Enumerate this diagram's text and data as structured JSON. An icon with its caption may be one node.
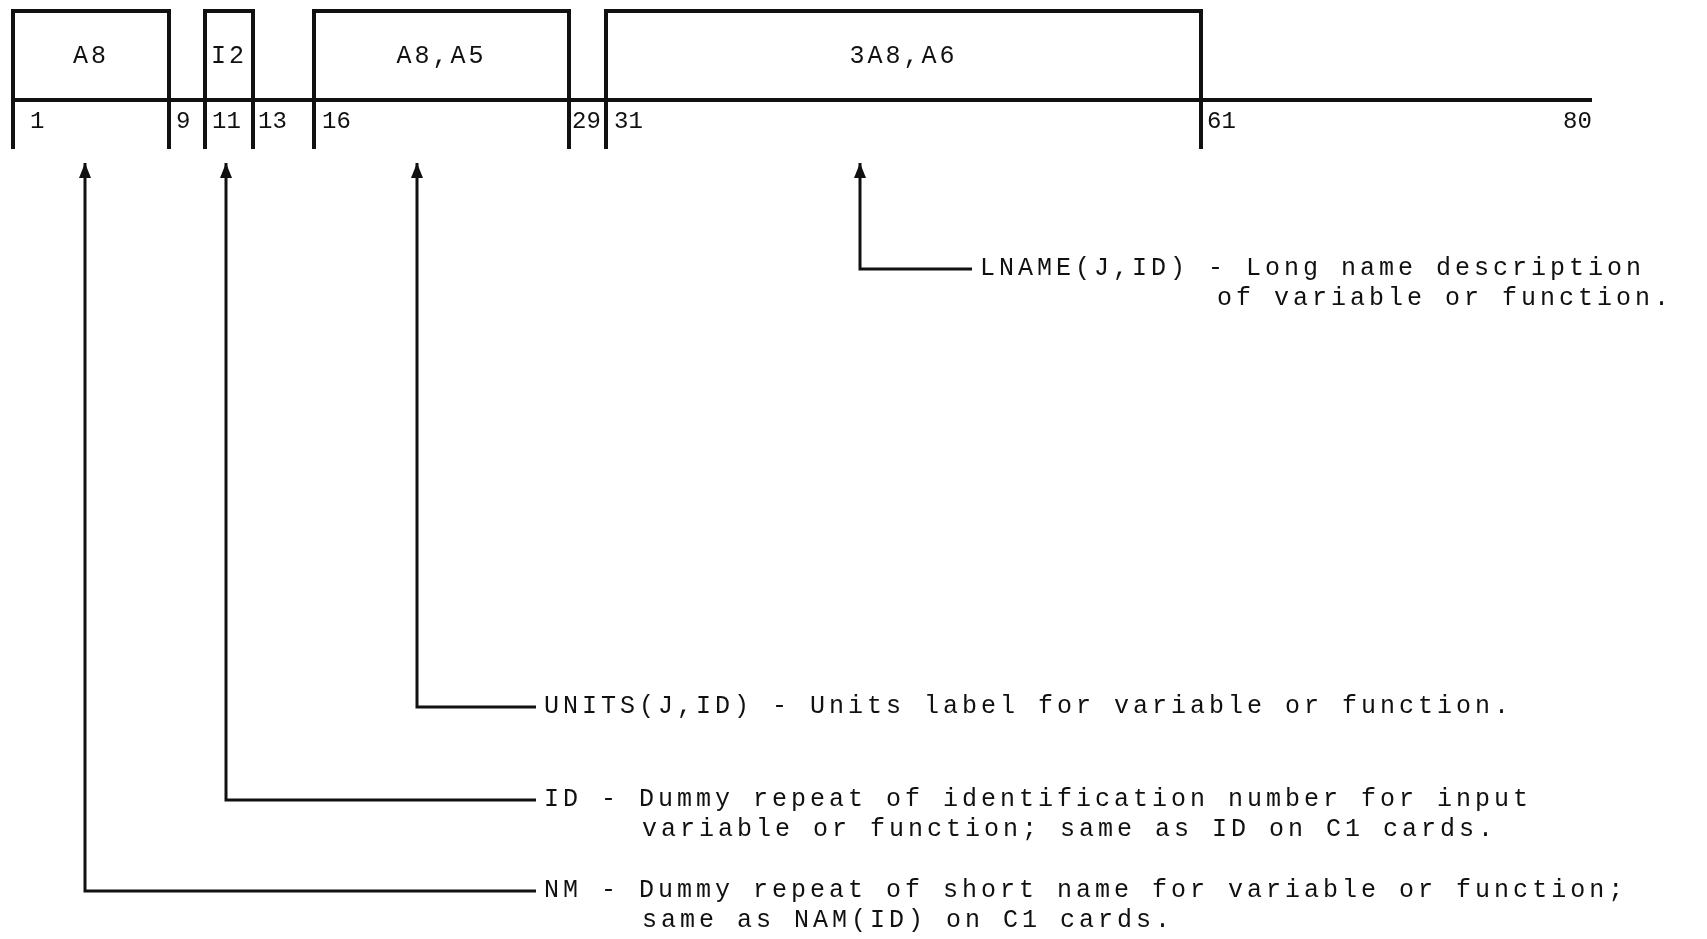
{
  "diagram": {
    "nodes": [
      {
        "text": [
          "A8"
        ]
      },
      {
        "text": [
          "I2"
        ]
      },
      {
        "text": [
          "A8,A5"
        ]
      },
      {
        "text": [
          "3A8,A6"
        ]
      },
      {
        "text": [
          "LNAME(J,ID) - Long name description of variable or function."
        ]
      },
      {
        "text": [
          "UNITS(J,ID) - Units label for variable or function."
        ]
      },
      {
        "text": [
          "ID - Dummy repeat of identification number for input variable or function; same as ID on C1 cards."
        ]
      },
      {
        "text": [
          "NM - Dummy repeat of short name for variable or function; same as NAM(ID) on C1 cards."
        ]
      }
    ],
    "edges": [
      {
        "from": 4,
        "to": 3,
        "arrow": "to"
      },
      {
        "from": 5,
        "to": 2,
        "arrow": "to"
      },
      {
        "from": 6,
        "to": 1,
        "arrow": "to"
      },
      {
        "from": 7,
        "to": 0,
        "arrow": "to"
      }
    ],
    "labels": [
      "1",
      "9",
      "11",
      "13",
      "16",
      "29",
      "31",
      "61",
      "80"
    ]
  }
}
